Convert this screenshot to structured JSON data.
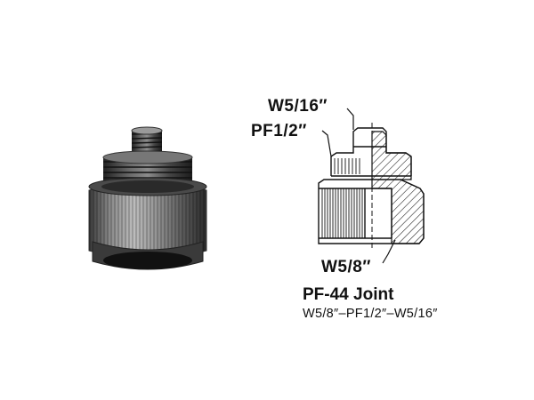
{
  "labels": {
    "top_thread": "W5/16″",
    "middle_thread": "PF1/2″",
    "bottom_thread": "W5/8″"
  },
  "caption": {
    "title": "PF-44  Joint",
    "subtitle": "W5/8″–PF1/2″–W5/16″"
  }
}
